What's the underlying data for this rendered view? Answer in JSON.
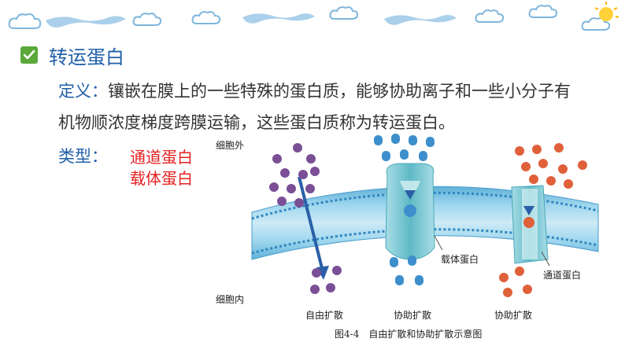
{
  "section": {
    "title": "转运蛋白",
    "definition_label": "定义：",
    "definition_line1": "镶嵌在膜上的一些特殊的蛋白质，能够协助离子和一些小分子有",
    "definition_line2": "机物顺浓度梯度跨膜运输，这些蛋白质称为转运蛋白。",
    "types_label": "类型：",
    "types": [
      "通道蛋白",
      "载体蛋白"
    ]
  },
  "figure": {
    "outside_label": "细胞外",
    "inside_label": "细胞内",
    "carrier_label": "载体蛋白",
    "channel_label": "通道蛋白",
    "modes": [
      "自由扩散",
      "协助扩散",
      "协助扩散"
    ],
    "caption": "图4-4　自由扩散和协助扩散示意图"
  },
  "colors": {
    "title_blue": "#1f5fa8",
    "type_red": "#e32222",
    "free_molecule": "#7a4f96",
    "carrier_molecule": "#3d8fcc",
    "channel_ion": "#e0603a",
    "membrane": "#7fc6e3"
  },
  "icons": [
    "check-icon",
    "cloud-icon",
    "sun-icon"
  ]
}
